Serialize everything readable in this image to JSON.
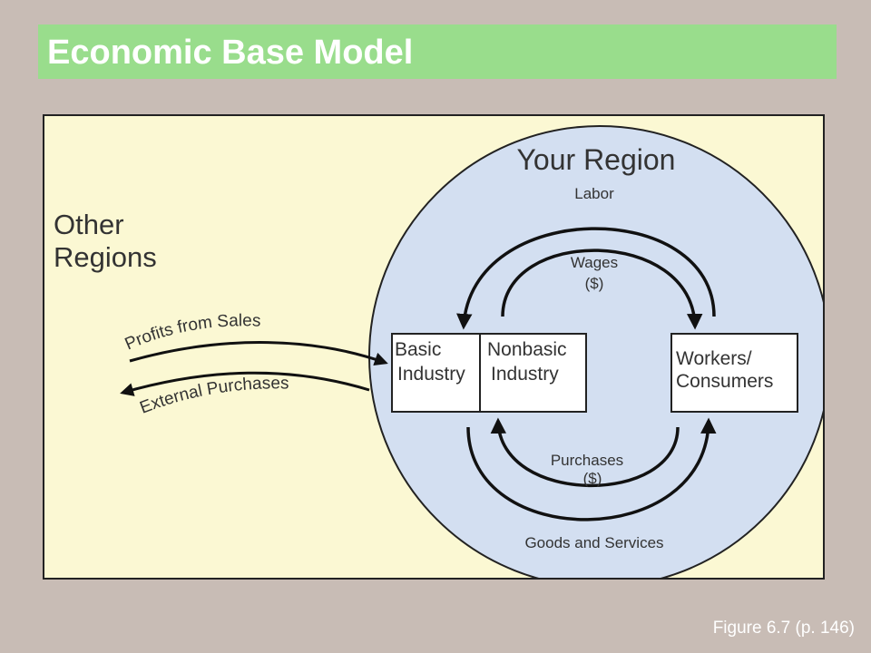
{
  "slide": {
    "title": "Economic Base Model",
    "caption": "Figure 6.7 (p. 146)"
  },
  "diagram": {
    "region_label": "Your Region",
    "other_regions_line1": "Other",
    "other_regions_line2": "Regions",
    "basic_line1": "Basic",
    "basic_line2": "Industry",
    "nonbasic_line1": "Nonbasic",
    "nonbasic_line2": "Industry",
    "workers_line1": "Workers/",
    "workers_line2": "Consumers",
    "labor": "Labor",
    "wages_line1": "Wages",
    "wages_line2": "($)",
    "purchases_line1": "Purchases",
    "purchases_line2": "($)",
    "goods_services": "Goods and Services",
    "profits_from_sales": "Profits from Sales",
    "external_purchases": "External Purchases",
    "colors": {
      "panel": "#fbf8d3",
      "region": "#d3dff1",
      "stroke": "#222222"
    }
  }
}
